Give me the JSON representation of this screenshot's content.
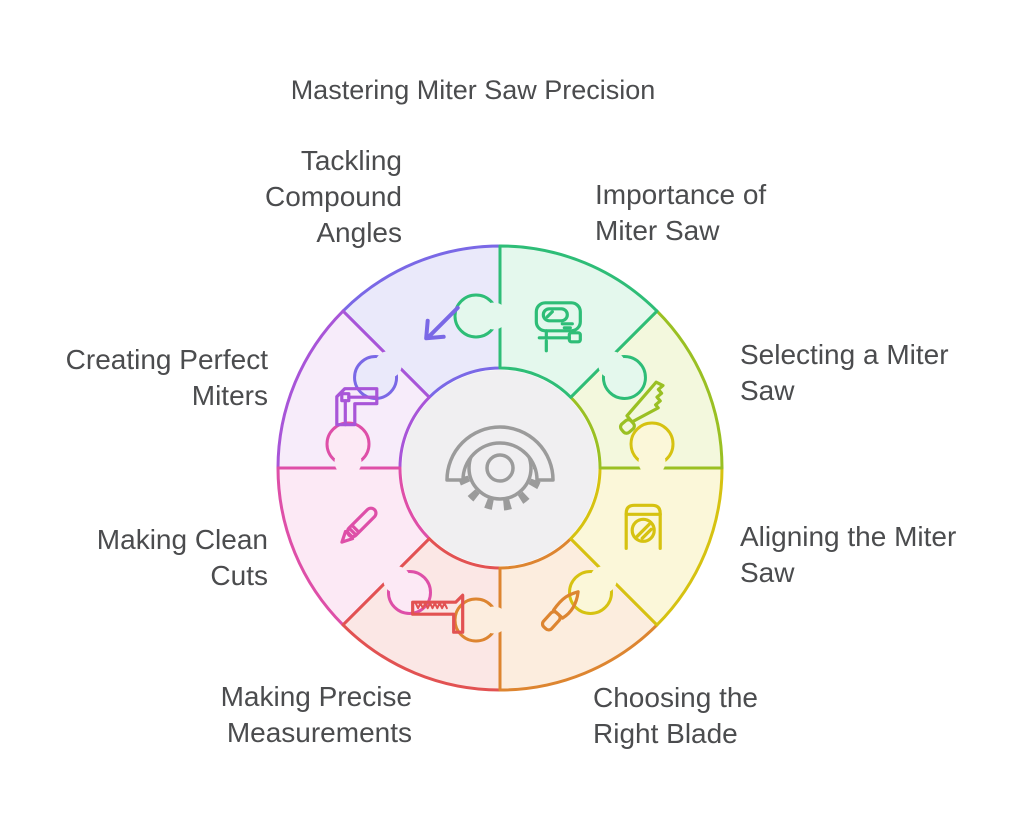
{
  "title": "Mastering Miter Saw Precision",
  "text_color": "#4b4c4e",
  "background": "#ffffff",
  "center": {
    "icon": "miter-saw-blade-icon",
    "fill": "#f0eff1",
    "stroke": "#9b9b9b"
  },
  "segments": [
    {
      "id": "importance",
      "label": "Importance of\nMiter Saw",
      "icon": "jigsaw-icon",
      "stroke": "#2ebd77",
      "fill": "#e4f8ed"
    },
    {
      "id": "selecting",
      "label": "Selecting a Miter\nSaw",
      "icon": "handsaw-icon",
      "stroke": "#9ac023",
      "fill": "#f3f8dd"
    },
    {
      "id": "aligning",
      "label": "Aligning the Miter\nSaw",
      "icon": "blade-guard-icon",
      "stroke": "#d6c211",
      "fill": "#fbf7d9"
    },
    {
      "id": "choosing",
      "label": "Choosing the\nRight Blade",
      "icon": "knife-icon",
      "stroke": "#dd8530",
      "fill": "#fcedde"
    },
    {
      "id": "measuring",
      "label": "Making Precise\nMeasurements",
      "icon": "square-ruler-icon",
      "stroke": "#e25252",
      "fill": "#fbe7e5"
    },
    {
      "id": "cleancuts",
      "label": "Making Clean\nCuts",
      "icon": "marking-pen-icon",
      "stroke": "#de4fa8",
      "fill": "#fce9f5"
    },
    {
      "id": "miters",
      "label": "Creating Perfect\nMiters",
      "icon": "corner-ruler-icon",
      "stroke": "#a855d8",
      "fill": "#f7ecfa"
    },
    {
      "id": "compound",
      "label": "Tackling\nCompound\nAngles",
      "icon": "diagonal-arrow-icon",
      "stroke": "#7a68e6",
      "fill": "#eae9fa"
    }
  ]
}
